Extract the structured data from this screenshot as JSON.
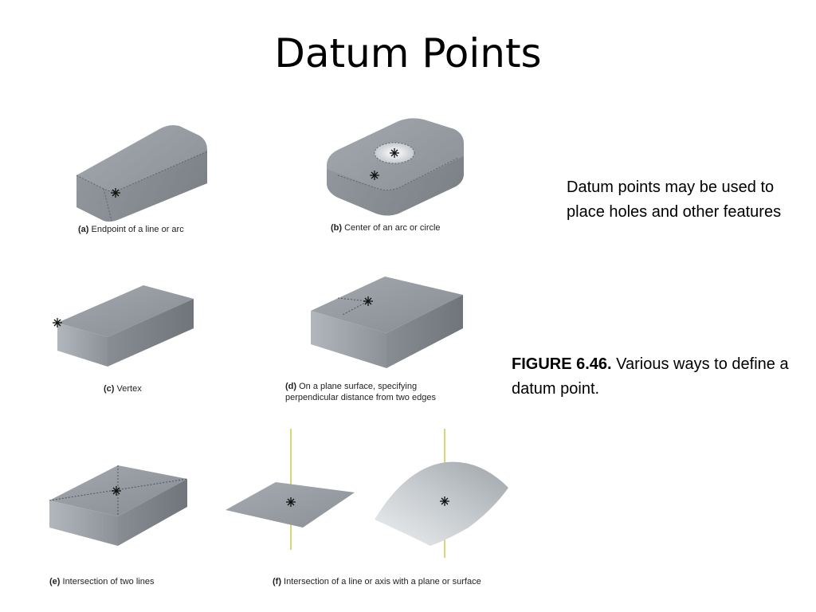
{
  "slide": {
    "title": "Datum Points",
    "description": "Datum points may be used to place holes and other features",
    "figure_caption_lead": "FIGURE 6.46.",
    "figure_caption_text": " Various ways to define a datum point."
  },
  "panels": [
    {
      "letter": "(a)",
      "caption": " Endpoint of a line or arc"
    },
    {
      "letter": "(b)",
      "caption": " Center of an arc or circle"
    },
    {
      "letter": "(c)",
      "caption": " Vertex"
    },
    {
      "letter": "(d)",
      "caption": " On a plane surface, specifying",
      "caption_line2": "perpendicular distance from two edges"
    },
    {
      "letter": "(e)",
      "caption": " Intersection of two lines"
    },
    {
      "letter": "(f)",
      "caption": " Intersection of a line or axis with a plane or surface"
    }
  ],
  "colors": {
    "solid_top": "#8d9399",
    "solid_front": "#9aa0a6",
    "solid_side": "#7e848a",
    "axis_line": "#c9c74a"
  },
  "icons": [
    "datum-point-asterisk"
  ]
}
